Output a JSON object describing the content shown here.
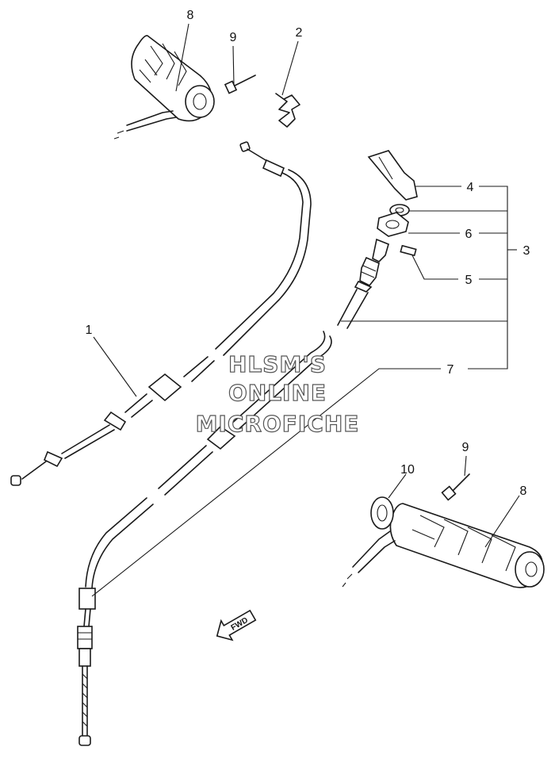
{
  "callouts": [
    "1",
    "2",
    "3",
    "4",
    "5",
    "6",
    "7",
    "8",
    "9",
    "10"
  ],
  "watermark": {
    "line1": "HLSM'S",
    "line2": "ONLINE",
    "line3": "MICROFICHE"
  },
  "direction_arrow": "FWD"
}
